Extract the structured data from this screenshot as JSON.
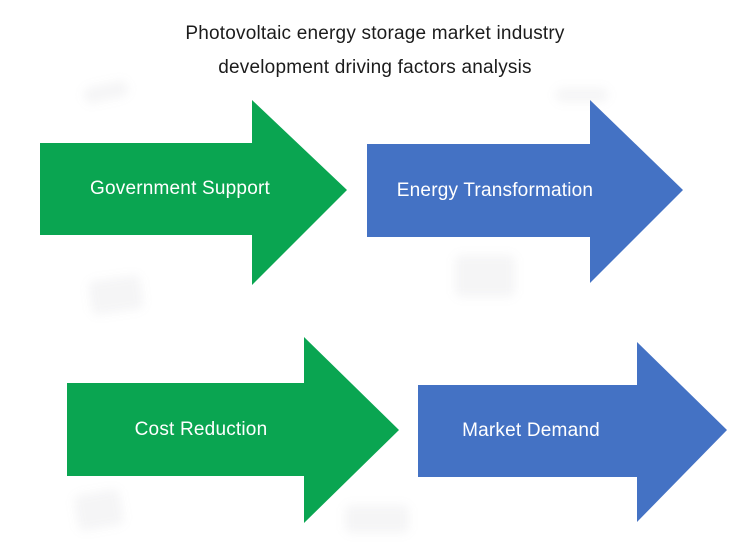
{
  "title": {
    "line1": "Photovoltaic energy storage market industry",
    "line2": "development driving factors analysis"
  },
  "diagram": {
    "factors": [
      {
        "label": "Government Support",
        "color": "#0aa551"
      },
      {
        "label": "Energy Transformation",
        "color": "#4472c4"
      },
      {
        "label": "Cost Reduction",
        "color": "#0aa551"
      },
      {
        "label": "Market Demand",
        "color": "#4472c4"
      }
    ]
  },
  "colors": {
    "green": "#0aa551",
    "blue": "#4472c4",
    "label_text": "#ffffff",
    "title_text": "#1c1c1c",
    "background": "#ffffff"
  }
}
